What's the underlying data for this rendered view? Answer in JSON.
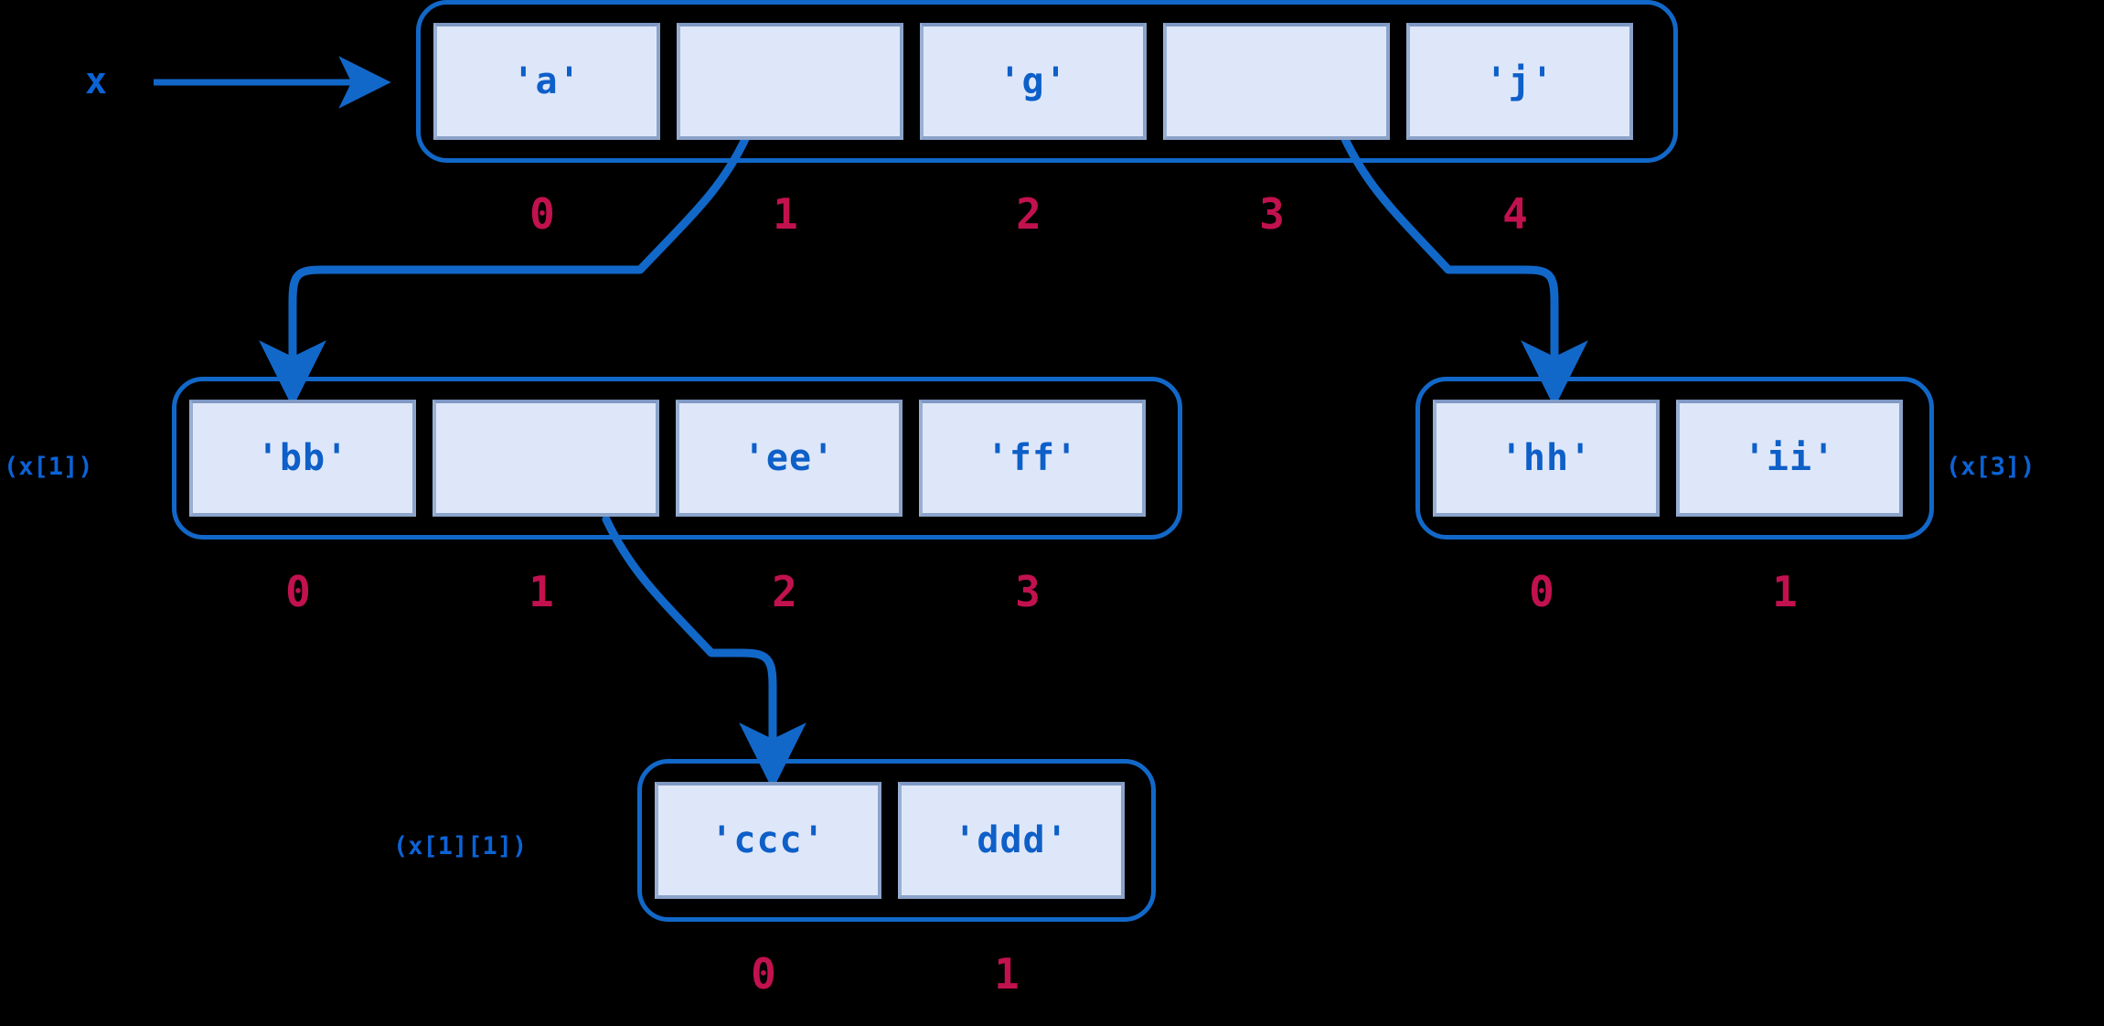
{
  "diagram": {
    "title": "Python nested list reference diagram",
    "background_color": "#000000",
    "accent_blue": "#1268c9",
    "cell_fill": "#dee7f9",
    "cell_border": "#8ba3c9",
    "text_blue": "#0e5fc8",
    "index_color": "#c2114f"
  },
  "root_variable": {
    "name": "x",
    "arrow": "arrow-right"
  },
  "lists": [
    {
      "id": "list-x",
      "label": "",
      "label_position": "none",
      "cells": [
        {
          "value": "'a'",
          "is_pointer": false
        },
        {
          "value": "",
          "is_pointer": true
        },
        {
          "value": "'g'",
          "is_pointer": false
        },
        {
          "value": "",
          "is_pointer": true
        },
        {
          "value": "'j'",
          "is_pointer": false
        }
      ],
      "indices": [
        "0",
        "1",
        "2",
        "3",
        "4"
      ]
    },
    {
      "id": "list-x1",
      "label": "(x[1])",
      "label_position": "left",
      "cells": [
        {
          "value": "'bb'",
          "is_pointer": false
        },
        {
          "value": "",
          "is_pointer": true
        },
        {
          "value": "'ee'",
          "is_pointer": false
        },
        {
          "value": "'ff'",
          "is_pointer": false
        }
      ],
      "indices": [
        "0",
        "1",
        "2",
        "3"
      ]
    },
    {
      "id": "list-x3",
      "label": "(x[3])",
      "label_position": "right",
      "cells": [
        {
          "value": "'hh'",
          "is_pointer": false
        },
        {
          "value": "'ii'",
          "is_pointer": false
        }
      ],
      "indices": [
        "0",
        "1"
      ]
    },
    {
      "id": "list-x1-1",
      "label": "(x[1][1])",
      "label_position": "left",
      "cells": [
        {
          "value": "'ccc'",
          "is_pointer": false
        },
        {
          "value": "'ddd'",
          "is_pointer": false
        }
      ],
      "indices": [
        "0",
        "1"
      ]
    }
  ],
  "connections": [
    {
      "from": "root-x",
      "to": "list-x",
      "kind": "straight-arrow"
    },
    {
      "from": "list-x.cell.1",
      "to": "list-x1",
      "kind": "elbow-arrow"
    },
    {
      "from": "list-x.cell.3",
      "to": "list-x3",
      "kind": "elbow-arrow"
    },
    {
      "from": "list-x1.cell.1",
      "to": "list-x1-1",
      "kind": "elbow-arrow"
    }
  ]
}
